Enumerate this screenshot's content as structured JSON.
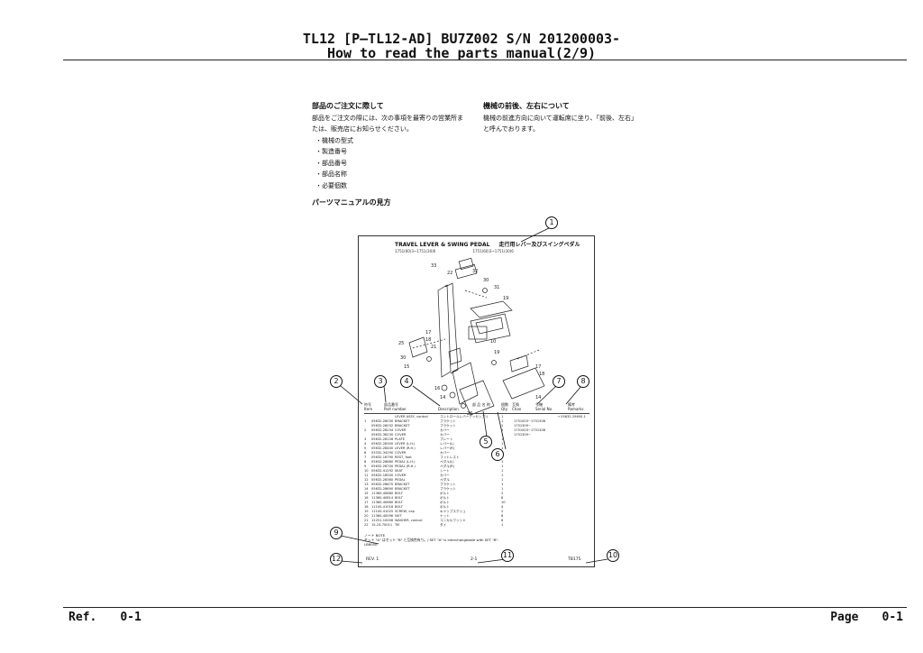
{
  "header": {
    "line1": "TL12 [P—TL12-AD] BU7Z002 S/N 201200003-",
    "line2": "How to read the parts manual(2/9)"
  },
  "footer": {
    "ref_label": "Ref.",
    "ref_value": "0-1",
    "page_label": "Page",
    "page_value": "0-1"
  },
  "ordering": {
    "heading": "部品のご注文に際して",
    "text1": "部品をご注文の際には、次の事項を最寄りの営業所ま",
    "text2": "たは、販売店にお知らせください。",
    "items": [
      "・機械の型式",
      "・製造番号",
      "・部品番号",
      "・部品名称",
      "・必要個数"
    ]
  },
  "directions": {
    "heading": "機械の前後、左右について",
    "text1": "機械の前進方向に向いて運転席に坐り、「前後、左右」",
    "text2": "と呼んでおります。"
  },
  "section_title": "パーツマニュアルの見方",
  "sheet": {
    "title_en": "TRAVEL LEVER & SWING PEDAL",
    "title_jp": "走行用レバー及びスイングペダル",
    "subtitle": "1751(60)3~1751(30)6",
    "subtitle2": "1751(60)3~1751(30)6",
    "headers": {
      "item_jp": "符号",
      "item": "Item",
      "part_jp": "部品番号",
      "part": "Part number",
      "desc": "Description",
      "name_jp": "部 品 名 称",
      "qty_jp": "個数",
      "qty": "Qty",
      "chan_jp": "互換",
      "chan": "Chan",
      "serial_jp": "号機",
      "serial": "Serial No.",
      "rem_jp": "備考",
      "rem": "Remarks"
    },
    "rows": [
      {
        "item": "",
        "part": "",
        "desc": "LEVER ASSY, control",
        "jp": "コントロールレバーアッセンブリ",
        "qty": "1",
        "serial": "",
        "rem": "→ 05632-29600-1"
      },
      {
        "item": "1",
        "part": "05632-28030",
        "desc": "BRACKET",
        "jp": "ブラケット",
        "qty": "1",
        "serial": "1751003~1751308",
        "rem": ""
      },
      {
        "item": "",
        "part": "05632-28032",
        "desc": "BRACKET",
        "jp": "ブラケット",
        "qty": "1",
        "serial": "1751309~",
        "rem": ""
      },
      {
        "item": "2",
        "part": "05632-28234",
        "desc": "COVER",
        "jp": "カバー",
        "qty": "1",
        "serial": "1751003~1751308",
        "rem": ""
      },
      {
        "item": "",
        "part": "05632-36230",
        "desc": "COVER",
        "jp": "カバー",
        "qty": "1",
        "serial": "1751309~",
        "rem": ""
      },
      {
        "item": "3",
        "part": "05632-28126",
        "desc": "PLATE",
        "jp": "プレート",
        "qty": "1",
        "serial": "",
        "rem": ""
      },
      {
        "item": "4",
        "part": "05632-28300",
        "desc": "LEVER (L.H.)",
        "jp": "レバー(L)",
        "qty": "1",
        "serial": "",
        "rem": ""
      },
      {
        "item": "5",
        "part": "05632-28400",
        "desc": "LEVER (R.H.)",
        "jp": "レバー(R)",
        "qty": "1",
        "serial": "",
        "rem": ""
      },
      {
        "item": "6",
        "part": "03332-34290",
        "desc": "COVER",
        "jp": "カバー",
        "qty": "1",
        "serial": "",
        "rem": ""
      },
      {
        "item": "7",
        "part": "05632-16790",
        "desc": "REST, foot",
        "jp": "フットレスト",
        "qty": "1",
        "serial": "",
        "rem": ""
      },
      {
        "item": "8",
        "part": "05632-28680",
        "desc": "PEDAL (L.H.)",
        "jp": "ペダル(L)",
        "qty": "1",
        "serial": "",
        "rem": ""
      },
      {
        "item": "9",
        "part": "05632-28700",
        "desc": "PEDAL (R.H.)",
        "jp": "ペダル(R)",
        "qty": "1",
        "serial": "",
        "rem": ""
      },
      {
        "item": "10",
        "part": "05632-41292",
        "desc": "SEAT",
        "jp": "シート",
        "qty": "1",
        "serial": "",
        "rem": ""
      },
      {
        "item": "11",
        "part": "05632-18500",
        "desc": "COVER",
        "jp": "カバー",
        "qty": "1",
        "serial": "",
        "rem": ""
      },
      {
        "item": "12",
        "part": "05632-28360",
        "desc": "PEDAL",
        "jp": "ペダル",
        "qty": "1",
        "serial": "",
        "rem": ""
      },
      {
        "item": "13",
        "part": "05632-28670",
        "desc": "BRACKET",
        "jp": "ブラケット",
        "qty": "1",
        "serial": "",
        "rem": ""
      },
      {
        "item": "14",
        "part": "05632-28690",
        "desc": "BRACKET",
        "jp": "ブラケット",
        "qty": "1",
        "serial": "",
        "rem": ""
      },
      {
        "item": "15",
        "part": "11360-40680",
        "desc": "BOLT",
        "jp": "ボルト",
        "qty": "2",
        "serial": "",
        "rem": ""
      },
      {
        "item": "16",
        "part": "11360-40814",
        "desc": "BOLT",
        "jp": "ボルト",
        "qty": "8",
        "serial": "",
        "rem": ""
      },
      {
        "item": "17",
        "part": "11360-40680",
        "desc": "BOLT",
        "jp": "ボルト",
        "qty": "10",
        "serial": "",
        "rem": ""
      },
      {
        "item": "18",
        "part": "11100-41016",
        "desc": "BOLT",
        "jp": "ボルト",
        "qty": "4",
        "serial": "",
        "rem": ""
      },
      {
        "item": "19",
        "part": "11100-41025",
        "desc": "SCREW, cap",
        "jp": "キャップスクリュ",
        "qty": "2",
        "serial": "",
        "rem": ""
      },
      {
        "item": "20",
        "part": "11360-40096",
        "desc": "NUT",
        "jp": "ナット",
        "qty": "8",
        "serial": "",
        "rem": ""
      },
      {
        "item": "21",
        "part": "12251-10006",
        "desc": "WASHER, conical",
        "jp": "コニカルワッシャ",
        "qty": "6",
        "serial": "",
        "rem": ""
      },
      {
        "item": "22",
        "part": "15-23-70011",
        "desc": "TIE",
        "jp": "タイ",
        "qty": "1",
        "serial": "",
        "rem": ""
      }
    ],
    "note_label": "ノート NOTE",
    "note_text": "セット \"A\" はセット \"B\" と互換性有り。/ SET \"A\" is interchangeable with SET \"B\".",
    "note_ref": "LB6050",
    "foot_rev": "REV. 1",
    "foot_page": "2-1",
    "foot_code": "TB175"
  },
  "callouts": [
    "1",
    "2",
    "3",
    "4",
    "5",
    "6",
    "7",
    "8",
    "9",
    "10",
    "11",
    "12"
  ]
}
